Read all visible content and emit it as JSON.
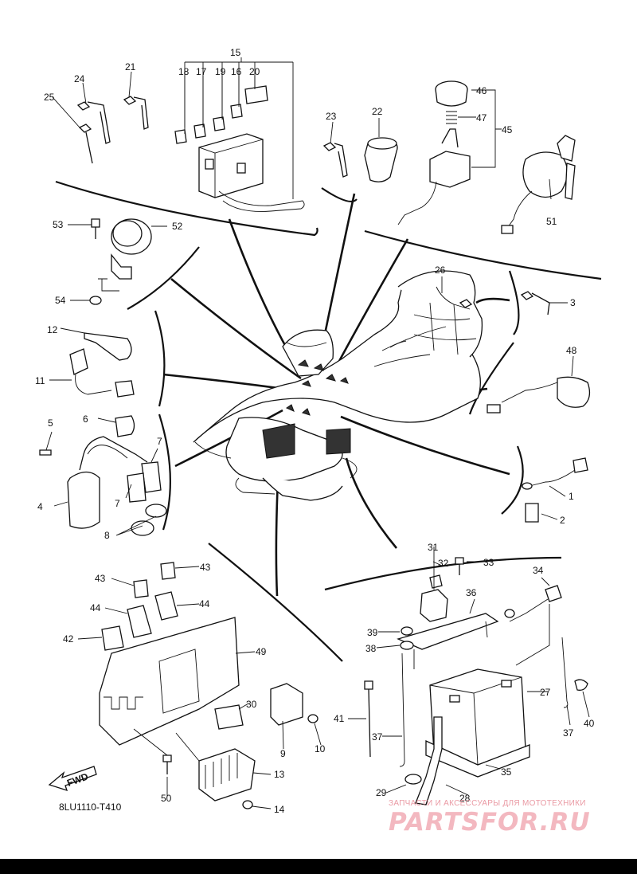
{
  "diagram": {
    "code": "8LU1110-T410",
    "fwd_label": "FWD",
    "part_numbers": [
      "1",
      "2",
      "3",
      "4",
      "5",
      "6",
      "7",
      "7",
      "8",
      "9",
      "10",
      "11",
      "12",
      "13",
      "14",
      "15",
      "16",
      "17",
      "18",
      "19",
      "20",
      "21",
      "22",
      "23",
      "24",
      "25",
      "26",
      "27",
      "28",
      "29",
      "30",
      "31",
      "32",
      "33",
      "34",
      "35",
      "36",
      "37",
      "37",
      "38",
      "39",
      "40",
      "41",
      "42",
      "43",
      "43",
      "44",
      "44",
      "45",
      "46",
      "47",
      "48",
      "49",
      "50",
      "51",
      "52",
      "53",
      "54"
    ]
  },
  "watermark": {
    "subtitle": "ЗАПЧАСТИ И АКСЕССУАРЫ ДЛЯ МОТОТЕХНИКИ",
    "logo": "PARTSFOR.RU"
  },
  "colors": {
    "ink": "#111111",
    "watermark": "#f3b8c0"
  }
}
